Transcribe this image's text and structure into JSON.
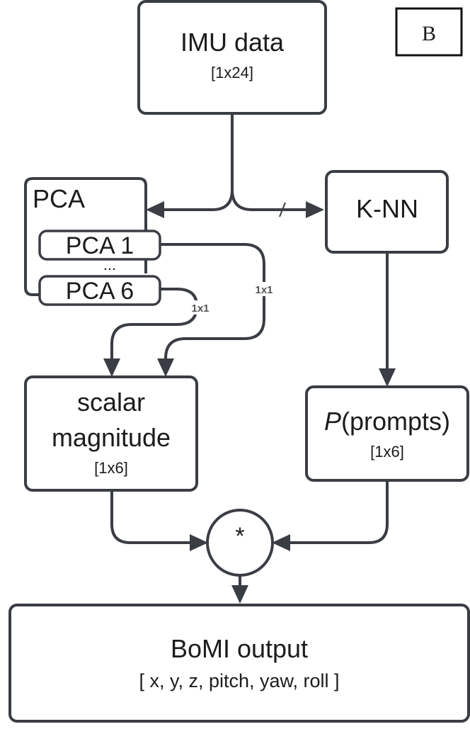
{
  "panel_label": "B",
  "nodes": {
    "imu": {
      "title": "IMU data",
      "dims": "[1x24]"
    },
    "pca": {
      "title": "PCA",
      "first": "PCA 1",
      "ellipsis": "...",
      "last": "PCA 6"
    },
    "knn": {
      "title": "K-NN"
    },
    "scalar": {
      "line1": "scalar",
      "line2": "magnitude",
      "dims": "[1x6]"
    },
    "prompts": {
      "italic": "P",
      "rest": "(prompts)",
      "dims": "[1x6]"
    },
    "multiply": {
      "symbol": "*"
    },
    "output": {
      "title": "BoMI output",
      "dims": "[ x, y, z, pitch, yaw, roll ]"
    }
  },
  "edge_labels": {
    "pca1_to_scalar": "1x1",
    "pca6_to_scalar": "1x1"
  },
  "colors": {
    "stroke": "#3a3d44",
    "text": "#1c1c1c",
    "edge_label": "#555555",
    "background": "#ffffff"
  }
}
